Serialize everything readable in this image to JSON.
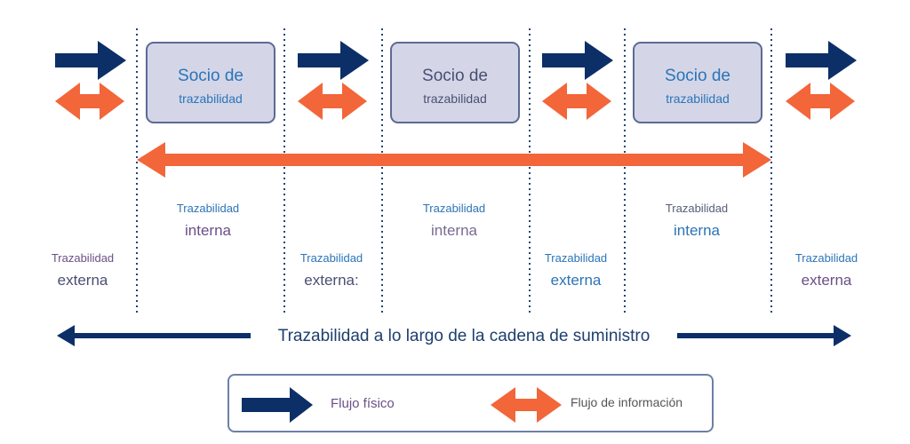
{
  "colors": {
    "physical": "#0c2f68",
    "information": "#f2663a",
    "box_fill": "#d4d6e8",
    "box_border": "#5c6a92",
    "blue_text": "#2b74b7",
    "purple_text": "#6b4f86",
    "dark_text": "#1d3f6e"
  },
  "partners": [
    {
      "line1": "Socio de",
      "line2": "trazabilidad"
    },
    {
      "line1": "Socio de",
      "line2": "trazabilidad"
    },
    {
      "line1": "Socio de",
      "line2": "trazabilidad"
    }
  ],
  "internal": [
    {
      "label": "Trazabilidad",
      "value": "interna"
    },
    {
      "label": "Trazabilidad",
      "value": "interna"
    },
    {
      "label": "Trazabilidad",
      "value": "interna"
    }
  ],
  "external": [
    {
      "label": "Trazabilidad",
      "value": "externa"
    },
    {
      "label": "Trazabilidad",
      "value": "externa:"
    },
    {
      "label": "Trazabilidad",
      "value": "externa"
    },
    {
      "label": "Trazabilidad",
      "value": "externa"
    }
  ],
  "supply_chain_label": "Trazabilidad a lo largo de la cadena de suministro",
  "legend": {
    "physical": "Flujo físico",
    "information": "Flujo de información"
  }
}
